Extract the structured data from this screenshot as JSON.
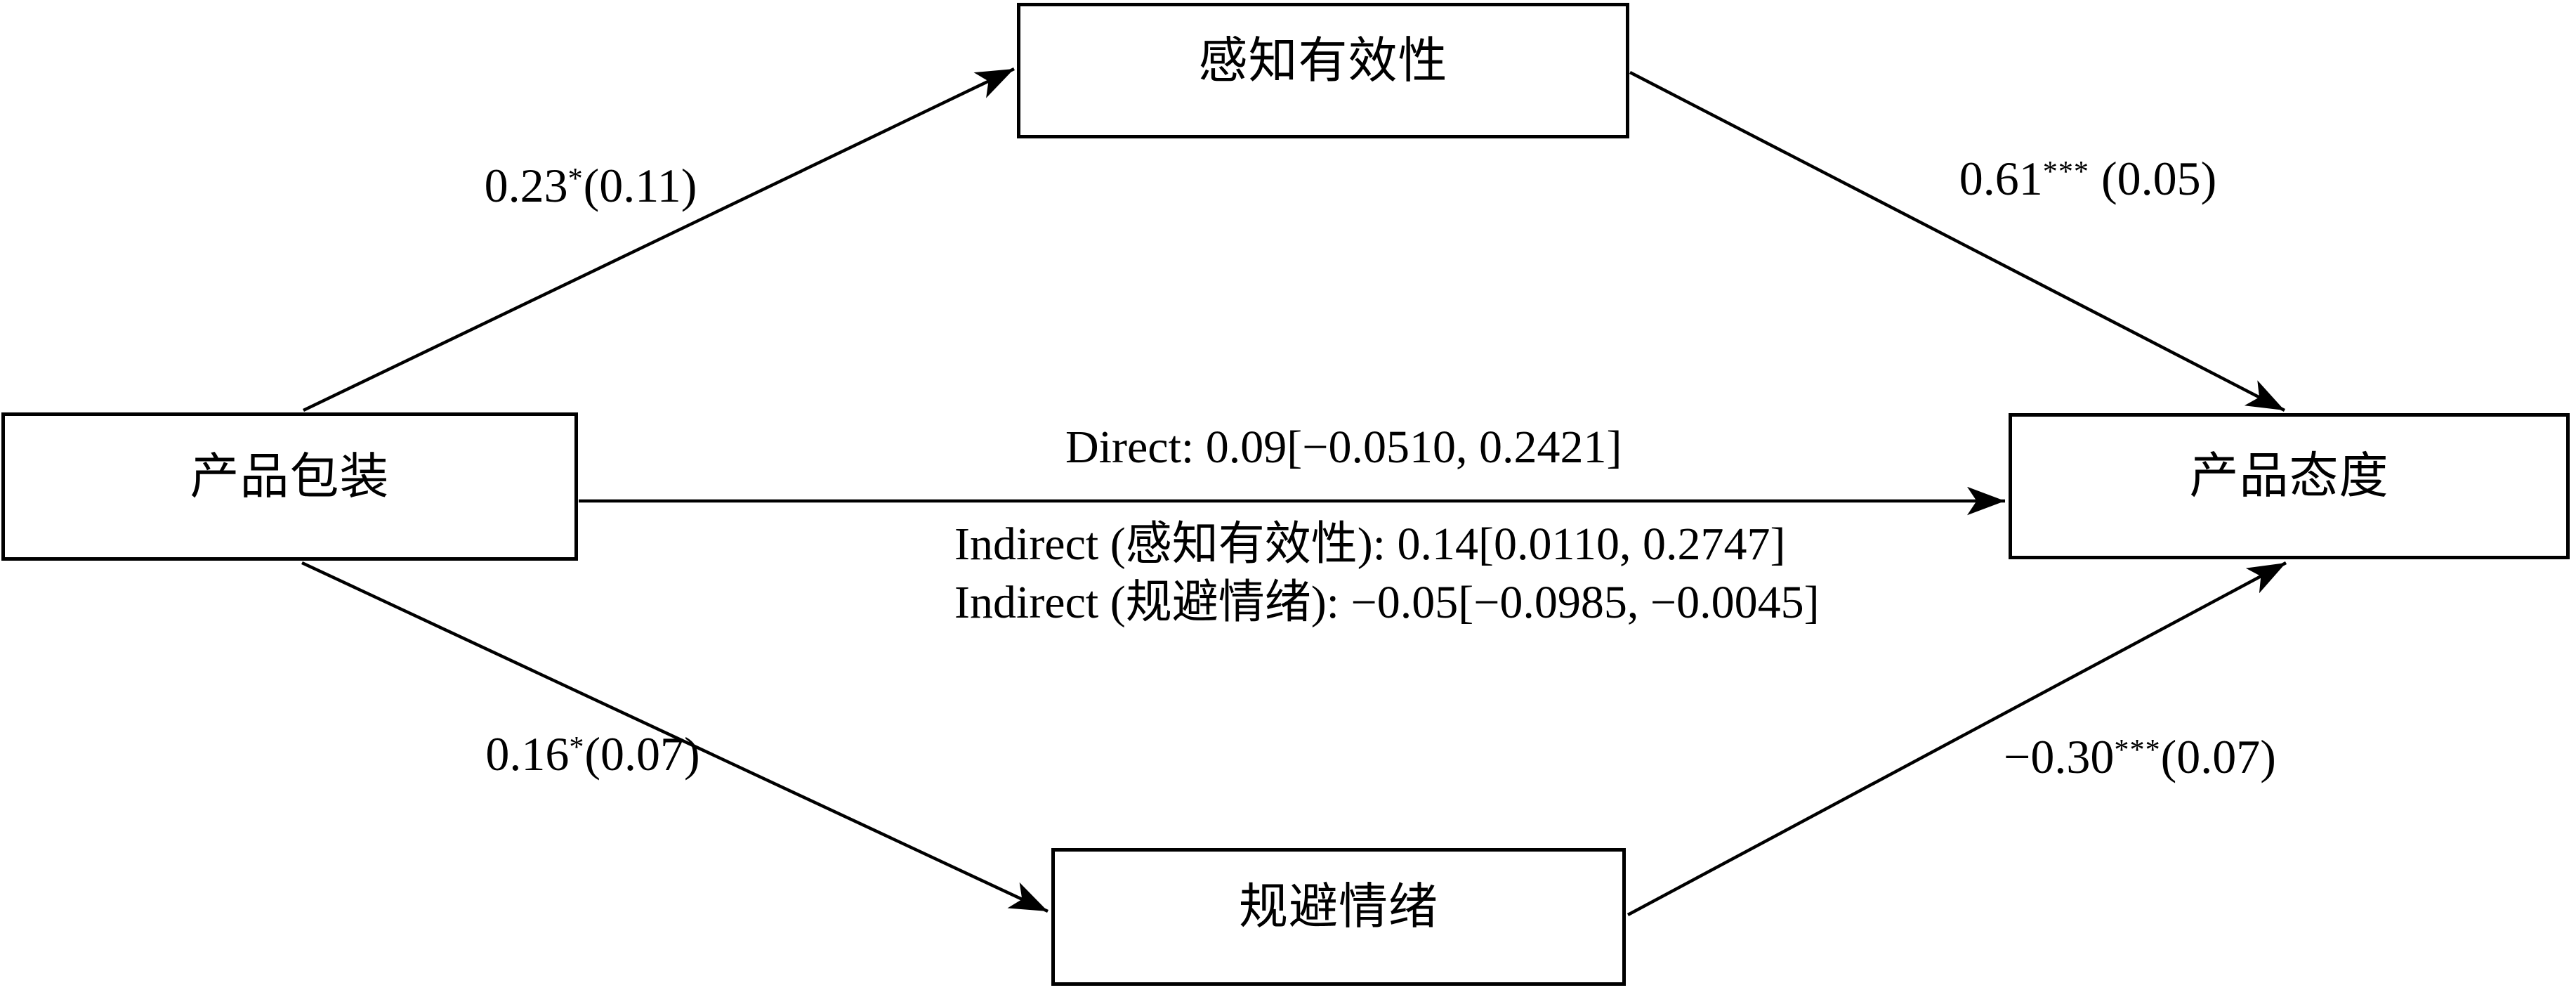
{
  "diagram": {
    "background_color": "#ffffff",
    "ink_color": "#000000",
    "type": "mediation-path-diagram",
    "nodes": {
      "product_packaging": {
        "label": "产品包装"
      },
      "perceived_effectiveness": {
        "label": "感知有效性"
      },
      "product_attitude": {
        "label": "产品态度"
      },
      "avoidance_emotion": {
        "label": "规避情绪"
      }
    },
    "paths": {
      "packaging_to_effectiveness": {
        "coef": "0.23",
        "sig": "*",
        "se": "(0.11)"
      },
      "effectiveness_to_attitude": {
        "coef": "0.61",
        "sig": "***",
        "se": " (0.05)"
      },
      "packaging_to_avoidance": {
        "coef": "0.16",
        "sig": "*",
        "se": "(0.07)"
      },
      "avoidance_to_attitude": {
        "coef": "−0.30",
        "sig": "***",
        "se": "(0.07)"
      }
    },
    "effects": {
      "direct": "Direct: 0.09[−0.0510, 0.2421]",
      "indirect_effectiveness": "Indirect (感知有效性): 0.14[0.0110, 0.2747]",
      "indirect_avoidance": "Indirect (规避情绪): −0.05[−0.0985, −0.0045]"
    }
  }
}
